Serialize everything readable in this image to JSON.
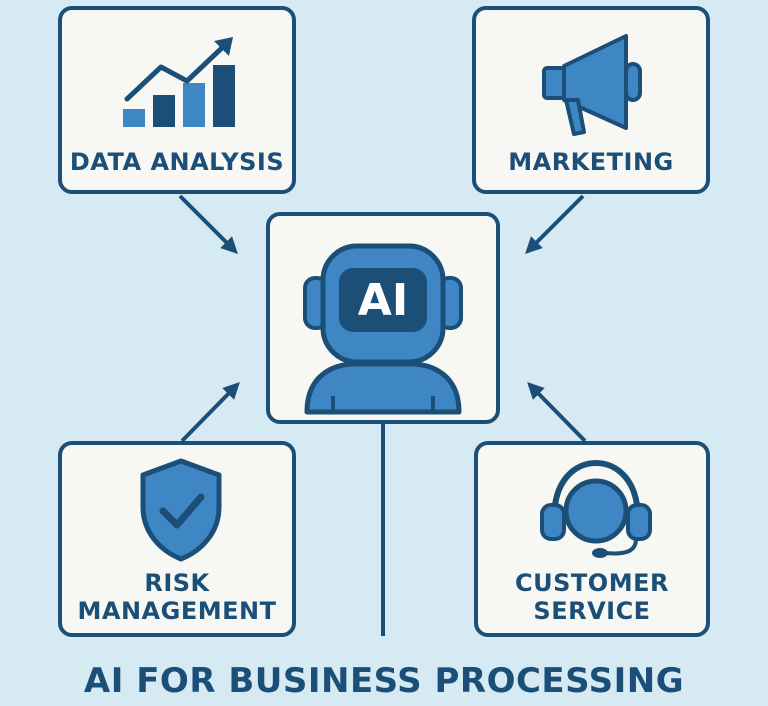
{
  "diagram": {
    "title": "AI FOR BUSINESS PROCESSING",
    "center": {
      "label": "AI"
    },
    "nodes": {
      "data_analysis": {
        "label": "DATA ANALYSIS"
      },
      "marketing": {
        "label": "MARKETING"
      },
      "risk_management": {
        "line1": "RISK",
        "line2": "MANAGEMENT"
      },
      "customer_service": {
        "line1": "CUSTOMER",
        "line2": "SERVICE"
      }
    }
  },
  "icons": {
    "data_analysis": "bar-chart-trend-icon",
    "marketing": "megaphone-icon",
    "center": "robot-ai-icon",
    "risk_management": "shield-check-icon",
    "customer_service": "headset-icon"
  },
  "colors": {
    "background": "#d6eaf3",
    "card": "#f7f7f3",
    "outline": "#1b4f78",
    "accent": "#3f86c4"
  }
}
